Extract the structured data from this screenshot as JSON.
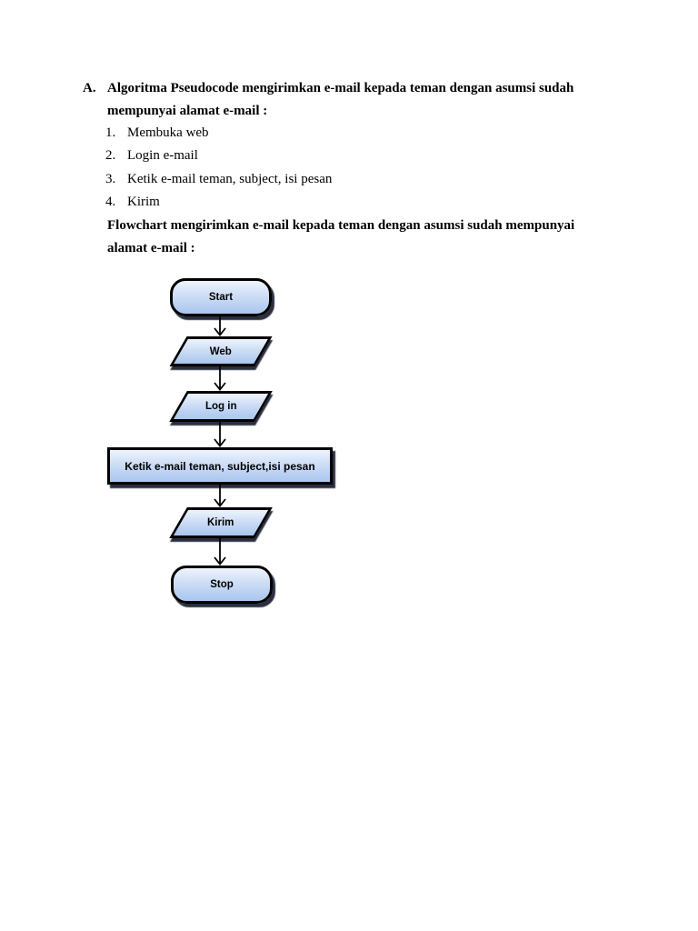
{
  "document": {
    "section_label": "A.",
    "heading_line1": "Algoritma Pseudocode mengirimkan e-mail kepada teman dengan asumsi sudah",
    "heading_line2": "mempunyai alamat e-mail :",
    "steps": [
      {
        "number": "1.",
        "text": "Membuka web"
      },
      {
        "number": "2.",
        "text": "Login e-mail"
      },
      {
        "number": "3.",
        "text": "Ketik e-mail teman, subject, isi pesan"
      },
      {
        "number": "4.",
        "text": "Kirim"
      }
    ],
    "flowchart_heading_line1": "Flowchart mengirimkan e-mail kepada teman dengan asumsi sudah mempunyai",
    "flowchart_heading_line2": "alamat e-mail :"
  },
  "flowchart": {
    "nodes": {
      "start": {
        "type": "terminator",
        "label": "Start"
      },
      "web": {
        "type": "input-output",
        "label": "Web"
      },
      "login": {
        "type": "input-output",
        "label": "Log in"
      },
      "ketik": {
        "type": "process",
        "label": "Ketik e-mail teman, subject,isi pesan"
      },
      "kirim": {
        "type": "input-output",
        "label": "Kirim"
      },
      "stop": {
        "type": "terminator",
        "label": "Stop"
      }
    },
    "colors": {
      "node_fill_top": "#eef4fd",
      "node_fill_bottom": "#a9c6ef",
      "node_border": "#000000",
      "node_shadow": "#0d1223",
      "arrow": "#000000"
    }
  }
}
